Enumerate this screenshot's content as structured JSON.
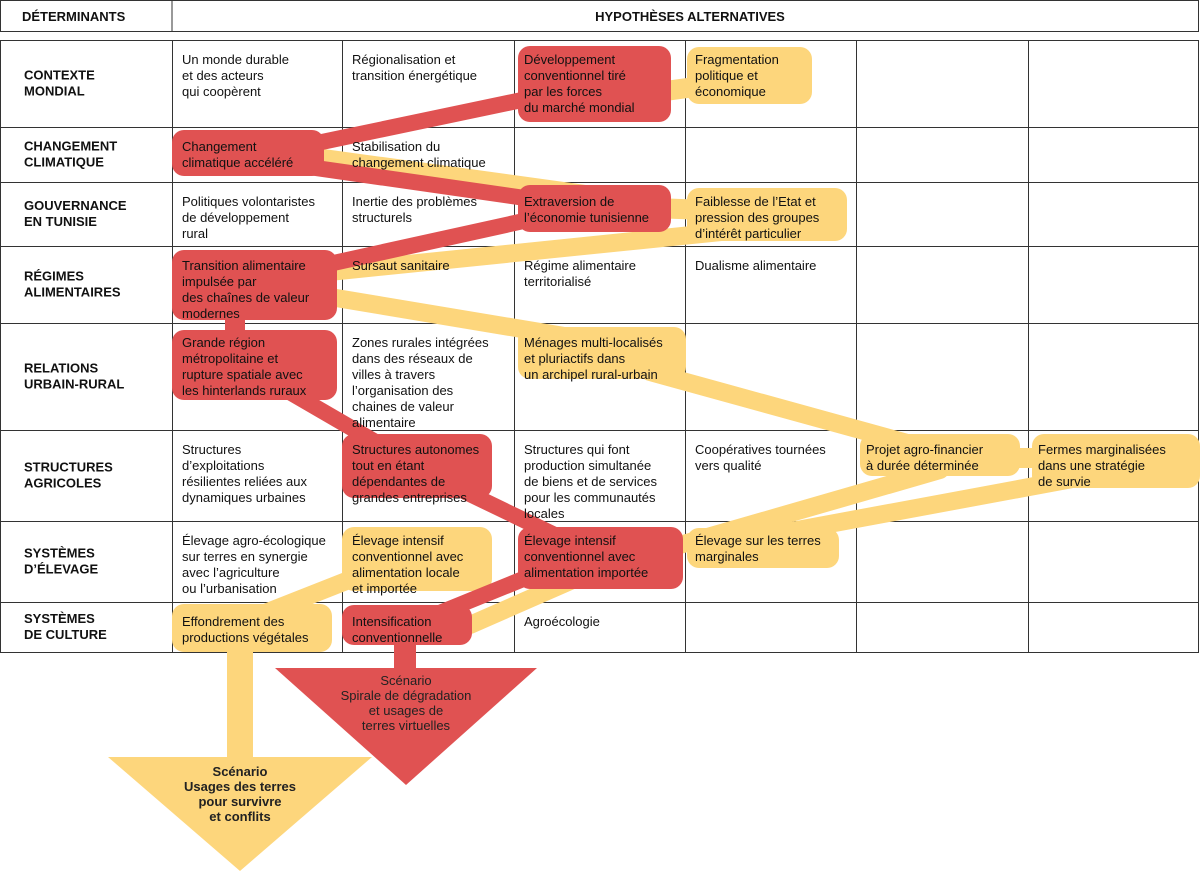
{
  "header": {
    "left": "DÉTERMINANTS",
    "right": "HYPOTHÈSES ALTERNATIVES"
  },
  "rows": [
    {
      "label": [
        "CONTEXTE",
        "MONDIAL"
      ],
      "cells": [
        [
          "Un monde durable",
          "et des acteurs",
          "qui coopèrent"
        ],
        [
          "Régionalisation et",
          "transition énergétique"
        ],
        [
          "Développement",
          "conventionnel tiré",
          "par les forces",
          "du marché mondial"
        ],
        [
          "Fragmentation",
          "politique et",
          "économique"
        ],
        [],
        []
      ]
    },
    {
      "label": [
        "CHANGEMENT",
        "CLIMATIQUE"
      ],
      "cells": [
        [
          "Changement",
          "climatique accéléré"
        ],
        [
          "Stabilisation du",
          "changement climatique"
        ],
        [],
        [],
        [],
        []
      ]
    },
    {
      "label": [
        "GOUVERNANCE",
        "EN TUNISIE"
      ],
      "cells": [
        [
          "Politiques volontaristes",
          "de développement",
          "rural"
        ],
        [
          "Inertie des problèmes",
          "structurels"
        ],
        [
          "Extraversion de",
          "l’économie tunisienne"
        ],
        [
          "Faiblesse de l’Etat et",
          "pression des groupes",
          "d’intérêt particulier"
        ],
        [],
        []
      ]
    },
    {
      "label": [
        "RÉGIMES",
        "ALIMENTAIRES"
      ],
      "cells": [
        [
          "Transition alimentaire",
          "impulsée par",
          "des chaînes de valeur",
          "modernes"
        ],
        [
          "Sursaut sanitaire"
        ],
        [
          "Régime alimentaire",
          "territorialisé"
        ],
        [
          "Dualisme alimentaire"
        ],
        [],
        []
      ]
    },
    {
      "label": [
        "RELATIONS",
        "URBAIN-RURAL"
      ],
      "cells": [
        [
          "Grande région",
          "métropolitaine et",
          "rupture spatiale avec",
          "les hinterlands ruraux"
        ],
        [
          "Zones rurales intégrées",
          "dans des réseaux de",
          "villes à travers",
          "l’organisation des",
          "chaines de valeur",
          "alimentaire"
        ],
        [
          "Ménages multi-localisés",
          "et pluriactifs dans",
          "un archipel rural-urbain"
        ],
        [],
        [],
        []
      ]
    },
    {
      "label": [
        "STRUCTURES",
        "AGRICOLES"
      ],
      "cells": [
        [
          "Structures",
          "d’exploitations",
          "résilientes reliées aux",
          "dynamiques urbaines"
        ],
        [
          "Structures autonomes",
          "tout en étant",
          "dépendantes de",
          "grandes entreprises"
        ],
        [
          "Structures qui font",
          "production simultanée",
          "de biens et de services",
          "pour les communautés",
          "locales"
        ],
        [
          "Coopératives tournées",
          "vers  qualité"
        ],
        [
          "Projet agro-financier",
          "à durée déterminée"
        ],
        [
          "Fermes marginalisées",
          "dans une stratégie",
          "de survie"
        ]
      ]
    },
    {
      "label": [
        "SYSTÈMES",
        "D’ÉLEVAGE"
      ],
      "cells": [
        [
          "Élevage agro-écologique",
          "sur terres en synergie",
          "avec l’agriculture",
          "ou l’urbanisation"
        ],
        [
          "Élevage intensif",
          "conventionnel avec",
          "alimentation locale",
          "et importée"
        ],
        [
          "Élevage intensif",
          "conventionnel avec",
          "alimentation importée"
        ],
        [
          "Élevage sur les terres",
          "marginales"
        ],
        [],
        []
      ]
    },
    {
      "label": [
        "SYSTÈMES",
        "DE CULTURE"
      ],
      "cells": [
        [
          "Effondrement des",
          "productions végétales"
        ],
        [
          "Intensification",
          "conventionnelle"
        ],
        [
          "Agroécologie"
        ],
        [],
        [],
        []
      ]
    }
  ],
  "scenarios": {
    "red": [
      "Scénario",
      "Spirale de dégradation",
      "et usages de",
      "terres virtuelles"
    ],
    "yellow": [
      "Scénario",
      "Usages des terres",
      "pour survivre",
      "et conflits"
    ]
  },
  "colors": {
    "red": "#e05252",
    "yellow": "#fdd67c",
    "grid": "#333333",
    "text": "#111111"
  }
}
